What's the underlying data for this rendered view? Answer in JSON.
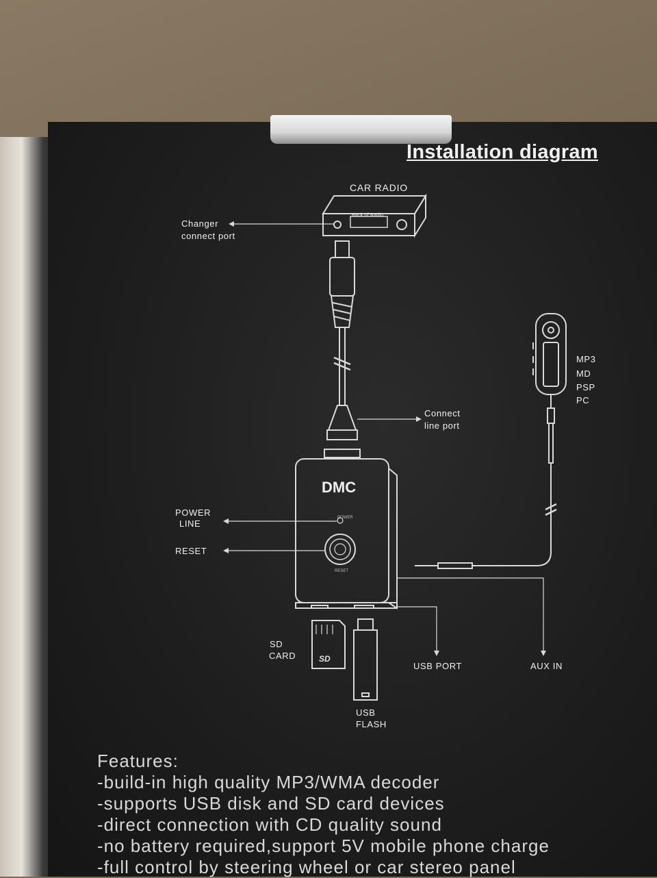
{
  "diagram_title": "Installation diagram",
  "labels": {
    "car_radio": "CAR RADIO",
    "back_of_radio": "Back of Radio",
    "changer_line1": "Changer",
    "changer_line2": "connect port",
    "connect_line1": "Connect",
    "connect_line2": "line port",
    "device_name": "DMC",
    "power_line1": "POWER",
    "power_line2": "LINE",
    "reset": "RESET",
    "sd_line1": "SD",
    "sd_line2": "CARD",
    "usb_port": "USB PORT",
    "aux_in": "AUX IN",
    "usb_flash_line1": "USB",
    "usb_flash_line2": "FLASH",
    "player_types": [
      "MP3",
      "MD",
      "PSP",
      "PC"
    ]
  },
  "features": {
    "heading": "Features:",
    "items": [
      "-build-in high quality MP3/WMA decoder",
      "-supports USB disk and SD card devices",
      "-direct connection with CD quality sound",
      "-no battery required,support 5V mobile phone charge",
      "-full control by steering wheel or car stereo panel"
    ]
  },
  "colors": {
    "box": "#1d1d1d",
    "text": "#f0f0f0",
    "line_art": "#d9d9d9"
  }
}
